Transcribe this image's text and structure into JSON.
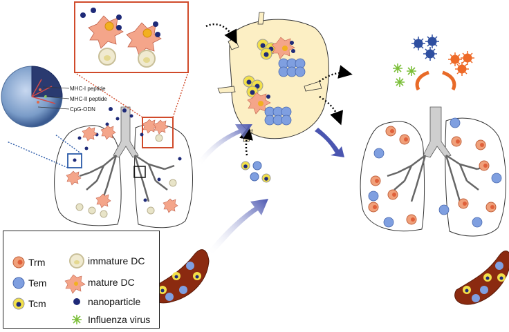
{
  "nanoparticle_labels": {
    "mhc1": "MHC-I peptide",
    "mhc2": "MHC-II peptide",
    "cpg": "CpG-ODN"
  },
  "legend": {
    "trm": "Trm",
    "tem": "Tem",
    "tcm": "Tcm",
    "immature_dc": "immature DC",
    "mature_dc": "mature DC",
    "nanoparticle": "nanoparticle",
    "influenza": "Influenza virus"
  },
  "colors": {
    "trm": "#f0a07a",
    "trm_core": "#e0603a",
    "tem": "#7f9fe0",
    "tem_core": "#5a7fd0",
    "tcm_ring": "#f2e04a",
    "tcm_core": "#1e2a78",
    "nanoparticle": "#1e2a78",
    "mature_dc": "#f4a58a",
    "immature_dc": "#d8d2a8",
    "lymph_node": "#fcefc4",
    "vessel": "#8b2a10",
    "arrow": "#4a55b0",
    "highlight_box": "#d04a2a",
    "virus_green": "#7cbf3a",
    "virus_blue": "#2e4fa0",
    "virus_orange": "#ee6a28"
  }
}
